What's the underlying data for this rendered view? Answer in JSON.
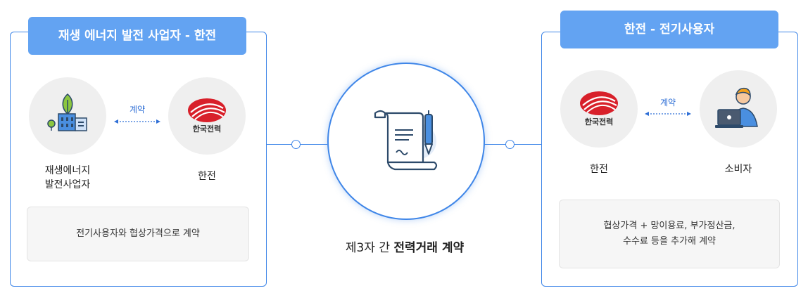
{
  "left_panel": {
    "title": "재생 에너지 발전 사업자 - 한전",
    "contract_label": "계약",
    "generator_label_line1": "재생에너지",
    "generator_label_line2": "발전사업자",
    "kepco_label": "한전",
    "note": "전기사용자와 협상가격으로 계약"
  },
  "right_panel": {
    "title": "한전 - 전기사용자",
    "contract_label": "계약",
    "kepco_label": "한전",
    "consumer_label": "소비자",
    "note_line1": "협상가격 + 망이용료, 부가정산금,",
    "note_line2": "수수료 등을 추가해 계약"
  },
  "center": {
    "caption_prefix": "제3자 간 ",
    "caption_bold": "전력거래 계약"
  },
  "logo_text": "한국전력",
  "colors": {
    "accent": "#3f86e8",
    "tab": "#63a3f2",
    "kepco_red": "#d8202a"
  },
  "icons": [
    "building-plant-icon",
    "kepco-logo-icon",
    "contract-scroll-icon",
    "consumer-laptop-icon"
  ]
}
